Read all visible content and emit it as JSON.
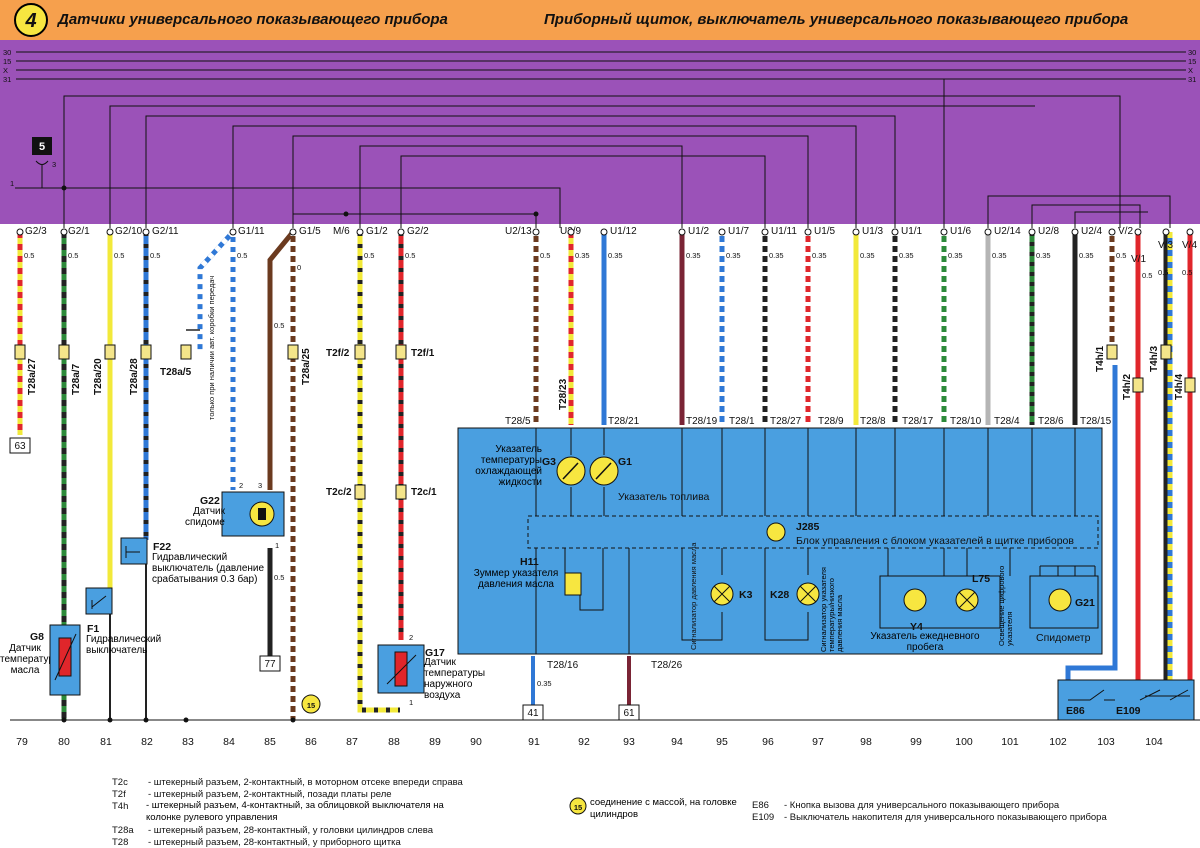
{
  "header": {
    "number": "4",
    "left_title": "Датчики универсального показывающего прибора",
    "right_title": "Приборный щиток, выключатель универсального показывающего прибора",
    "bus_left": [
      "30",
      "15",
      "X",
      "31"
    ],
    "bus_right": [
      "30",
      "15",
      "X",
      "31"
    ]
  },
  "fuse_marker": {
    "number": "5",
    "pin": "3",
    "bus_pin": "1"
  },
  "top_pins": [
    {
      "label": "G2/3",
      "gauge": "0.5"
    },
    {
      "label": "G2/1",
      "gauge": "0.5"
    },
    {
      "label": "G2/10",
      "gauge": "0.5"
    },
    {
      "label": "G2/11",
      "gauge": "0.5"
    },
    {
      "label": "G1/11",
      "gauge": "0.5"
    },
    {
      "label": "G1/5",
      "gauge": "0"
    },
    {
      "label": "M/6",
      "gauge": ""
    },
    {
      "label": "G1/2",
      "gauge": "0.5"
    },
    {
      "label": "G2/2",
      "gauge": "0.5"
    },
    {
      "label": "U2/13",
      "gauge": "0.5"
    },
    {
      "label": "U2/9",
      "gauge": "0.35"
    },
    {
      "label": "U1/12",
      "gauge": "0.35"
    },
    {
      "label": "U1/2",
      "gauge": "0.35"
    },
    {
      "label": "U1/7",
      "gauge": "0.35"
    },
    {
      "label": "U1/11",
      "gauge": "0.35"
    },
    {
      "label": "U1/5",
      "gauge": "0.35"
    },
    {
      "label": "U1/3",
      "gauge": "0.35"
    },
    {
      "label": "U1/1",
      "gauge": "0.35"
    },
    {
      "label": "U1/6",
      "gauge": "0.35"
    },
    {
      "label": "U2/14",
      "gauge": "0.35"
    },
    {
      "label": "U2/8",
      "gauge": "0.35"
    },
    {
      "label": "U2/4",
      "gauge": "0.35"
    },
    {
      "label": "V/2",
      "gauge": "0.5"
    },
    {
      "label": "V/1",
      "gauge": "0.5"
    },
    {
      "label": "V/3",
      "gauge": "0.5"
    },
    {
      "label": "V/4",
      "gauge": "0.5"
    }
  ],
  "connectors": {
    "t28a_27": "T28a/27",
    "t28a_7": "T28a/7",
    "t28a_20": "T28a/20",
    "t28a_28": "T28a/28",
    "t28a_5": "T28a/5",
    "t28a_25": "T28a/25",
    "t2f_2": "T2f/2",
    "t2f_1": "T2f/1",
    "t2c_2": "T2c/2",
    "t2c_1": "T2c/1",
    "t4h_1": "T4h/1",
    "t4h_2": "T4h/2",
    "t4h_3": "T4h/3",
    "t4h_4": "T4h/4",
    "t28_23": "T28/23"
  },
  "auto_gearbox_note": "только при наличии авт. коробки передач",
  "ref_boxes": {
    "b63": "63",
    "b77": "77",
    "b41": "41",
    "b61": "61"
  },
  "ground_15": "15",
  "components": {
    "g8": {
      "code": "G8",
      "desc": "Датчик температуры масла"
    },
    "f1": {
      "code": "F1",
      "desc": "Гидравлический выключатель"
    },
    "f22": {
      "code": "F22",
      "desc": "Гидравлический выключатель (давление срабатывания 0.3 бар)"
    },
    "g22": {
      "code": "G22",
      "desc": "Датчик спидометра",
      "pins": [
        "2",
        "3",
        "1"
      ]
    },
    "g17": {
      "code": "G17",
      "desc": "Датчик температуры наружного воздуха",
      "pins": [
        "2",
        "1"
      ]
    }
  },
  "cluster": {
    "top_labels": [
      "T28/5",
      "T28/21",
      "T28/19",
      "T28/1",
      "T28/27",
      "T28/9",
      "T28/8",
      "T28/17",
      "T28/10",
      "T28/4",
      "T28/6",
      "T28/15"
    ],
    "bottom_labels": [
      "T28/16",
      "T28/26"
    ],
    "g3": {
      "code": "G3",
      "desc": "Указатель температуры охлаждающей жидкости"
    },
    "g1": {
      "code": "G1",
      "desc": "Указатель топлива"
    },
    "j285": {
      "code": "J285",
      "desc": "Блок управления с блоком указателей в щитке приборов"
    },
    "h11": {
      "code": "H11",
      "desc": "Зуммер указателя давления масла"
    },
    "k3": {
      "code": "K3",
      "desc": "Сигнализатор давления масла"
    },
    "k28": {
      "code": "K28",
      "desc": "Сигнализатор указателя температуры/низкого давления масла"
    },
    "y4": {
      "code": "Y4",
      "desc": "Указатель ежедневного пробега"
    },
    "l75": {
      "code": "L75",
      "desc": "Освещение цифрового указателя"
    },
    "g21": {
      "code": "G21",
      "desc": "Спидометр"
    }
  },
  "switch_box": {
    "e86": "E86",
    "e109": "E109"
  },
  "columns": [
    "79",
    "80",
    "81",
    "82",
    "83",
    "84",
    "85",
    "86",
    "87",
    "88",
    "89",
    "90",
    "91",
    "92",
    "93",
    "94",
    "95",
    "96",
    "97",
    "98",
    "99",
    "100",
    "101",
    "102",
    "103",
    "104"
  ],
  "legend": {
    "left": [
      {
        "code": "T2c",
        "text": "- штекерный разъем, 2-контактный, в моторном отсеке впереди справа"
      },
      {
        "code": "T2f",
        "text": "- штекерный разъем, 2-контактный, позади платы реле"
      },
      {
        "code": "T4h",
        "text": "- штекерный разъем, 4-контактный, за облицовкой выключателя на колонке рулевого управления"
      },
      {
        "code": "T28a",
        "text": "- штекерный разъем, 28-контактный, у головки цилиндров слева"
      },
      {
        "code": "T28",
        "text": "- штекерный разъем, 28-контактный, у приборного щитка"
      }
    ],
    "ground": {
      "num": "15",
      "text": "соединение с массой, на головке цилиндров"
    },
    "right": [
      {
        "code": "E86",
        "text": "- Кнопка вызова для универсального показывающего прибора"
      },
      {
        "code": "E109",
        "text": "- Выключатель накопителя для универсального показывающего прибора"
      }
    ]
  },
  "colors": {
    "header_bg": "#f6a04d",
    "relay_bg": "#9b52b8",
    "cluster_bg": "#4a9fe0",
    "wire_red": "#e0262b",
    "wire_yellow": "#f2e93a",
    "wire_blue": "#2f78d6",
    "wire_brown": "#6b3a1f",
    "wire_green": "#2d8a3a",
    "wire_black": "#222222"
  }
}
